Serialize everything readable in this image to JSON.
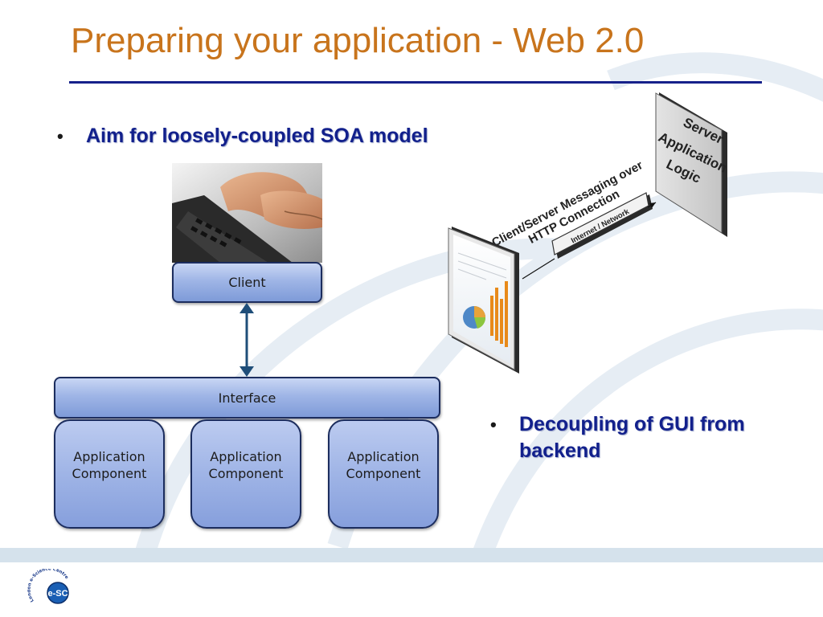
{
  "slide": {
    "title": "Preparing your application - Web 2.0",
    "bullets": [
      "Aim for loosely-coupled SOA model",
      "Decoupling of GUI from backend"
    ],
    "bullet_glyph": "•"
  },
  "architecture": {
    "client_label": "Client",
    "interface_label": "Interface",
    "components": [
      {
        "line1": "Application",
        "line2": "Component"
      },
      {
        "line1": "Application",
        "line2": "Component"
      },
      {
        "line1": "Application",
        "line2": "Component"
      }
    ]
  },
  "network_diagram": {
    "server_lines": [
      "Server",
      "Application",
      "Logic"
    ],
    "messaging_lines": [
      "Client/Server Messaging over",
      "HTTP Connection"
    ],
    "network_label": "Internet / Network"
  },
  "logo": {
    "text": "e-SC",
    "ring_text": "London e-Science Centre"
  },
  "colors": {
    "title": "#c8741c",
    "bullet_text": "#12208c",
    "rule": "#16218a",
    "box_fill": "#9fb5e6",
    "arrow": "#1f4e79"
  }
}
